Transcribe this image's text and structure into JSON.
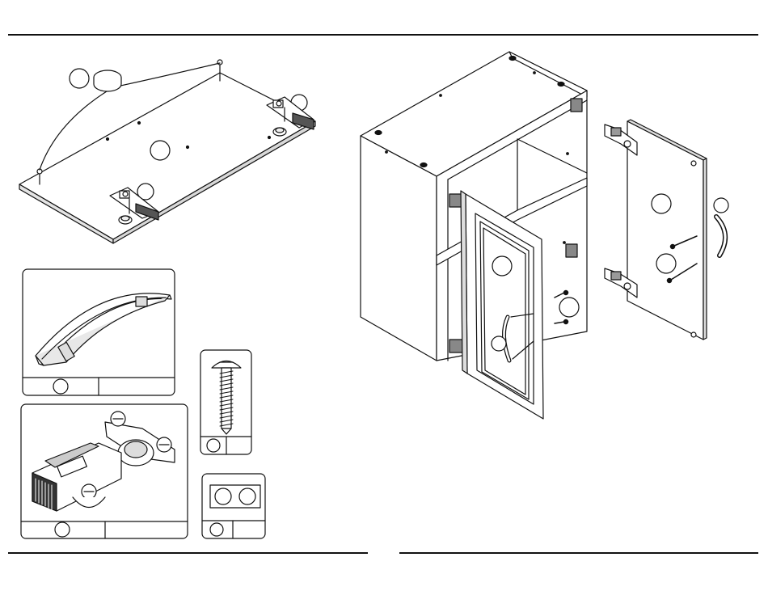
{
  "page": {
    "top_rule": true,
    "bottom_rules": 2
  },
  "illustrations": {
    "door_flat_view": {
      "callouts": 4,
      "feet_icon": "round-bumper-icon"
    },
    "cabinet_assembly": {
      "callouts": 6
    },
    "handle_part": {
      "callouts": 1,
      "icon": "cabinet-handle-icon"
    },
    "hinge_part": {
      "callouts": 1,
      "icon": "hinge-icon"
    },
    "screw_part": {
      "callouts": 1,
      "icon": "screw-icon"
    },
    "bumper_part": {
      "callouts": 3,
      "icon": "bumper-pad-icon"
    }
  },
  "colors": {
    "ink": "#111111",
    "paper": "#ffffff",
    "shade": "#cfcfcf"
  }
}
